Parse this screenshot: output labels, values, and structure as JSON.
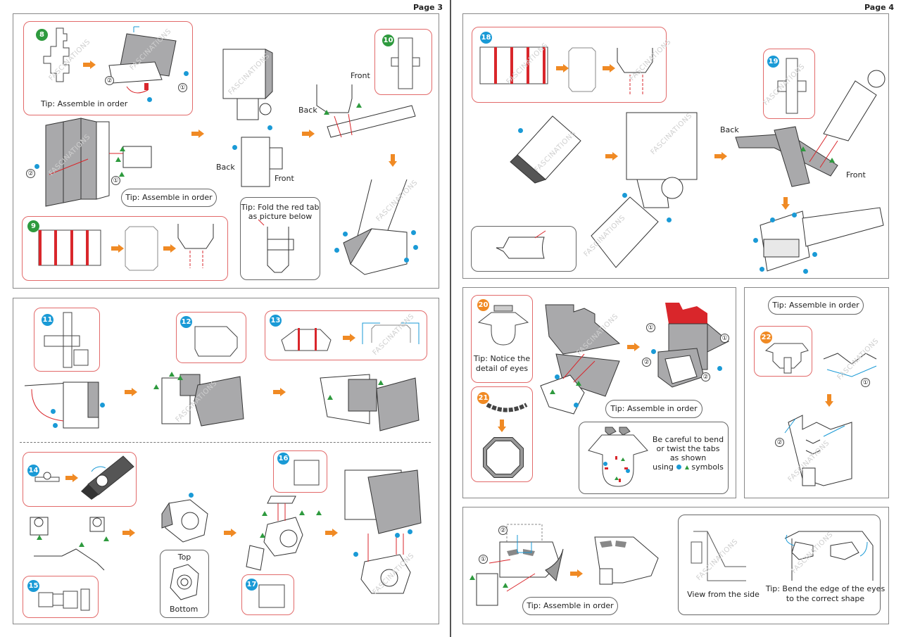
{
  "document": {
    "pages": [
      {
        "label": "Page 3"
      },
      {
        "label": "Page 4"
      }
    ],
    "watermark": "FASCINATIONS",
    "colors": {
      "step_green": "#2e9a3e",
      "step_blue": "#1a9ad6",
      "step_orange": "#f08a24",
      "arrow_orange": "#f08a24",
      "callout_border": "#e26a6a",
      "tab_red": "#d9262b",
      "symbol_blue": "#1a9ad6",
      "symbol_green": "#2e9a3e",
      "part_gray": "#a9a9ab"
    },
    "steps": [
      {
        "number": "8",
        "color": "green",
        "tip": "Tip: Assemble in order"
      },
      {
        "number": "9",
        "color": "green"
      },
      {
        "number": "10",
        "color": "green"
      },
      {
        "number": "11",
        "color": "blue"
      },
      {
        "number": "12",
        "color": "blue"
      },
      {
        "number": "13",
        "color": "blue"
      },
      {
        "number": "14",
        "color": "blue"
      },
      {
        "number": "15",
        "color": "blue"
      },
      {
        "number": "16",
        "color": "blue"
      },
      {
        "number": "17",
        "color": "blue"
      },
      {
        "number": "18",
        "color": "blue"
      },
      {
        "number": "19",
        "color": "blue"
      },
      {
        "number": "20",
        "color": "orange",
        "tip": "Tip: Notice the detail of eyes"
      },
      {
        "number": "21",
        "color": "orange"
      },
      {
        "number": "22",
        "color": "orange"
      }
    ],
    "page3": {
      "panel_top": {
        "tip_assemble": "Tip: Assemble in order",
        "tip_fold_line1": "Tip: Fold the red tab",
        "tip_fold_line2": "as picture below",
        "label_back_1": "Back",
        "label_front_1": "Front",
        "label_back_2": "Back",
        "label_front_2": "Front",
        "order_1": "①",
        "order_2": "②"
      },
      "panel_bottom": {
        "top_label": "Top",
        "bottom_label": "Bottom"
      }
    },
    "page4": {
      "panel_top": {
        "label_back": "Back",
        "label_front": "Front"
      },
      "panel_mid_left": {
        "tip_eyes_line1": "Tip: Notice the",
        "tip_eyes_line2": "detail of eyes",
        "tip_assemble": "Tip: Assemble in order",
        "careful_line1": "Be careful to bend",
        "careful_line2": "or twist the tabs",
        "careful_line3": "as shown",
        "careful_line4_pre": "using",
        "careful_line4_post": "symbols",
        "order_1": "①",
        "order_2": "②"
      },
      "panel_mid_right": {
        "tip_assemble": "Tip: Assemble in order",
        "order_1": "①",
        "order_2": "②"
      },
      "panel_bottom": {
        "tip_assemble": "Tip: Assemble in order",
        "view_side": "View from the side",
        "tip_bend_line1": "Tip: Bend the edge of the eyes",
        "tip_bend_line2": "to the correct shape",
        "order_1": "①",
        "order_2": "②"
      }
    }
  }
}
